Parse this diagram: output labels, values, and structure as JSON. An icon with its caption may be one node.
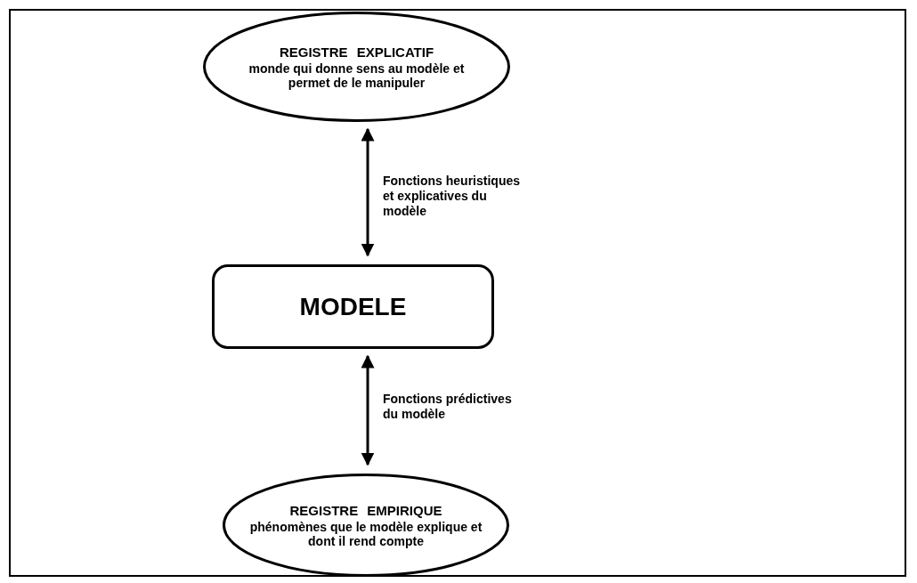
{
  "diagram": {
    "nodes": [
      {
        "text": [
          "REGISTRE EXPLICATIF",
          "monde qui donne sens au modèle et permet de le manipuler"
        ]
      },
      {
        "text": [
          "MODELE"
        ]
      },
      {
        "text": [
          "REGISTRE EMPIRIQUE",
          "phénomènes que le modèle explique et dont il rend compte"
        ]
      }
    ],
    "edges": [
      {
        "from": 0,
        "to": 1,
        "arrow": "both",
        "label": "Fonctions heuristiques et explicatives du modèle"
      },
      {
        "from": 1,
        "to": 2,
        "arrow": "both",
        "label": "Fonctions prédictives du modèle"
      }
    ]
  }
}
